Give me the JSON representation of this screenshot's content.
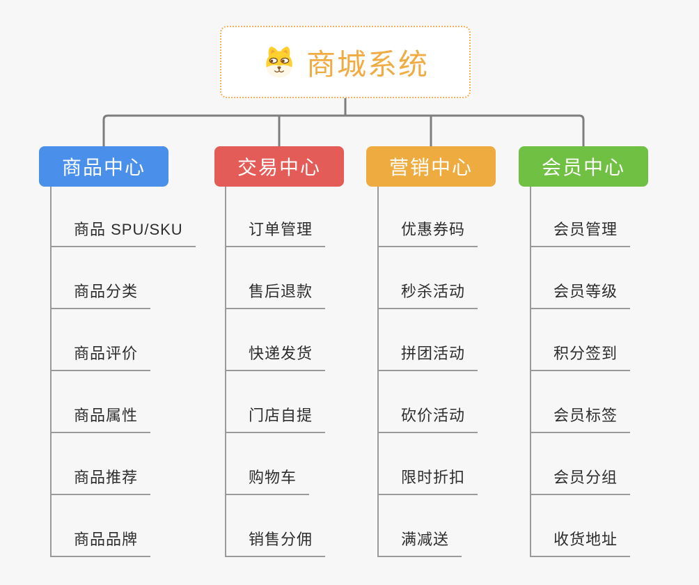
{
  "canvas": {
    "background_color": "#f7f7f7",
    "connector_color": "#7d7d7d",
    "branch_line_color": "#9a9a9a"
  },
  "root": {
    "title": "商城系统",
    "icon": "dog-face-icon",
    "text_color": "#f0ab43",
    "border_color": "#f2b15c"
  },
  "branches": [
    {
      "label": "商品中心",
      "color": "#4a90ea",
      "items": [
        "商品 SPU/SKU",
        "商品分类",
        "商品评价",
        "商品属性",
        "商品推荐",
        "商品品牌"
      ]
    },
    {
      "label": "交易中心",
      "color": "#e45c57",
      "items": [
        "订单管理",
        "售后退款",
        "快递发货",
        "门店自提",
        "购物车",
        "销售分佣"
      ]
    },
    {
      "label": "营销中心",
      "color": "#eeab3f",
      "items": [
        "优惠券码",
        "秒杀活动",
        "拼团活动",
        "砍价活动",
        "限时折扣",
        "满减送"
      ]
    },
    {
      "label": "会员中心",
      "color": "#70c043",
      "items": [
        "会员管理",
        "会员等级",
        "积分签到",
        "会员标签",
        "会员分组",
        "收货地址"
      ]
    }
  ]
}
